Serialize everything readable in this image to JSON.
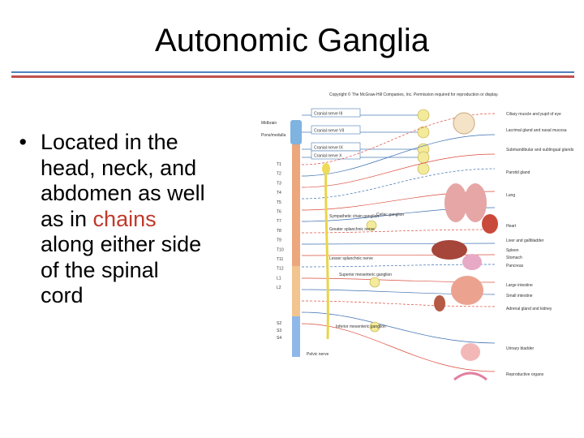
{
  "slide": {
    "title": "Autonomic Ganglia",
    "bullet": {
      "line1": "Located in the",
      "line2": "head, neck, and",
      "line3": "abdomen as well",
      "line4_pre": "as in ",
      "line4_accent": "chains",
      "line5": "along either side",
      "line6": "of the spinal",
      "line7": "cord",
      "accent_color": "#c0392b"
    },
    "colors": {
      "rule_top": "#4f81bd",
      "rule_bottom": "#c0504d"
    }
  },
  "figure": {
    "copyright": "Copyright © The McGraw-Hill Companies, Inc. Permission required for reproduction or display.",
    "left_labels": [
      "Midbrain",
      "Pons/medulla"
    ],
    "spinal_levels_t": [
      "T1",
      "T2",
      "T3",
      "T4",
      "T5",
      "T6",
      "T7",
      "T8",
      "T9",
      "T10",
      "T11",
      "T12",
      "L1",
      "L2"
    ],
    "spinal_levels_s": [
      "S2",
      "S3",
      "S4"
    ],
    "nerve_labels": [
      "Cranial nerve III",
      "Cranial nerve VII",
      "Cranial nerve IX",
      "Cranial nerve X",
      "Pelvic nerve"
    ],
    "ganglion_labels": [
      "Sympathetic chain ganglion",
      "Greater splanchnic nerve",
      "Celiac ganglion",
      "Lesser splanchnic nerve",
      "Superior mesenteric ganglion",
      "Inferior mesenteric ganglion"
    ],
    "organ_labels": [
      "Ciliary muscle and pupil of eye",
      "Lacrimal gland and nasal mucosa",
      "Submandibular and sublingual glands",
      "Parotid gland",
      "Lung",
      "Heart",
      "Liver and gallbladder",
      "Spleen",
      "Stomach",
      "Pancreas",
      "Large intestine",
      "Small intestine",
      "Adrenal gland and kidney",
      "Urinary bladder",
      "Reproductive organs"
    ]
  }
}
